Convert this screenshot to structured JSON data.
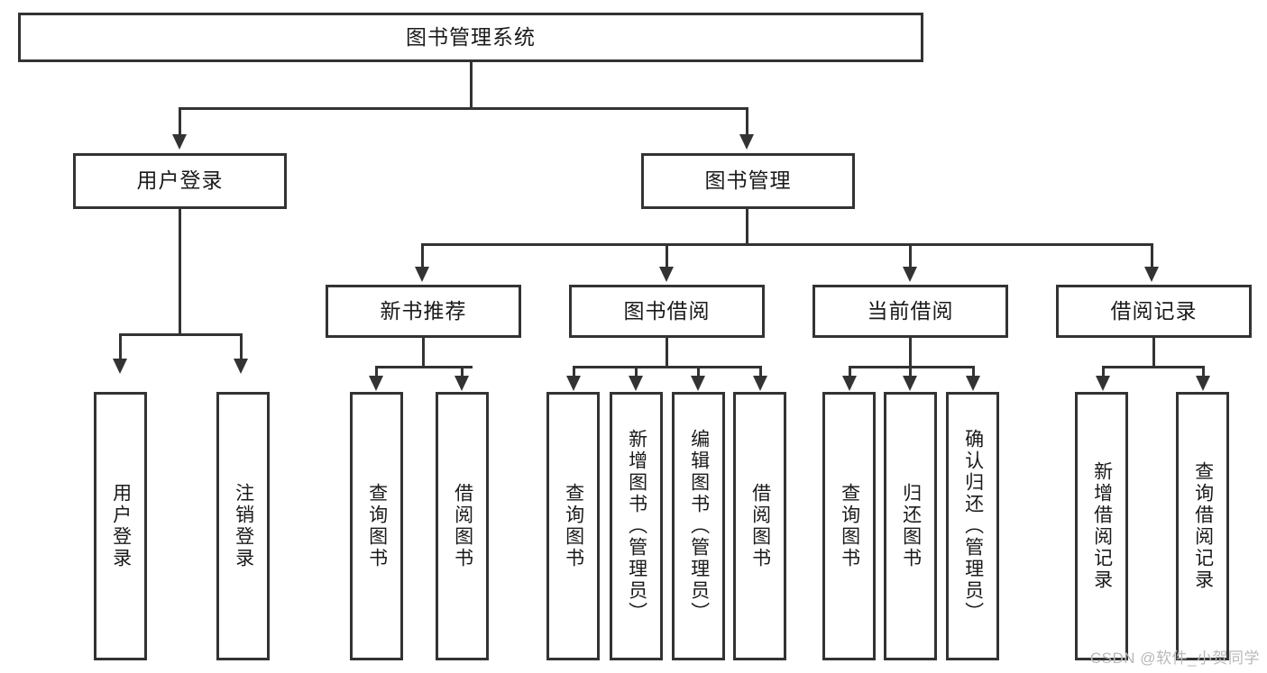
{
  "diagram": {
    "title": "图书管理系统",
    "type": "hierarchy-tree",
    "root": {
      "label": "图书管理系统"
    },
    "level2": [
      {
        "label": "用户登录"
      },
      {
        "label": "图书管理"
      }
    ],
    "level3": [
      {
        "label": "新书推荐"
      },
      {
        "label": "图书借阅"
      },
      {
        "label": "当前借阅"
      },
      {
        "label": "借阅记录"
      }
    ],
    "leaves": {
      "user_login": [
        {
          "label": "用户登录"
        },
        {
          "label": "注销登录"
        }
      ],
      "new_book_recommend": [
        {
          "label": "查询图书"
        },
        {
          "label": "借阅图书"
        }
      ],
      "book_borrow": [
        {
          "label": "查询图书"
        },
        {
          "label": "新增图书（管理员）"
        },
        {
          "label": "编辑图书（管理员）"
        },
        {
          "label": "借阅图书"
        }
      ],
      "current_borrow": [
        {
          "label": "查询图书"
        },
        {
          "label": "归还图书"
        },
        {
          "label": "确认归还（管理员）"
        }
      ],
      "borrow_records": [
        {
          "label": "新增借阅记录"
        },
        {
          "label": "查询借阅记录"
        }
      ]
    }
  },
  "watermark": {
    "text": "CSDN @软件_小贺同学"
  },
  "colors": {
    "stroke": "#333333",
    "background": "#ffffff",
    "text": "#1a1a1a",
    "watermark": "#b9b9b9"
  }
}
